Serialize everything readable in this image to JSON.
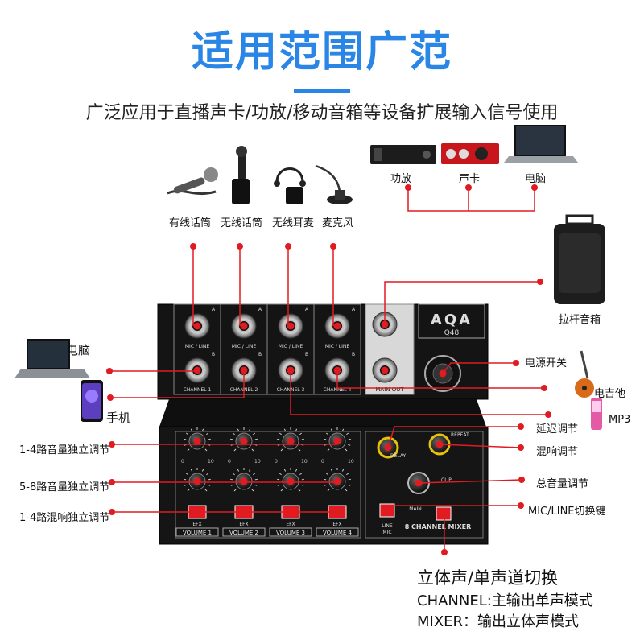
{
  "header": {
    "title": "适用范围广范",
    "subtitle": "广泛应用于直播声卡/功放/移动音箱等设备扩展输入信号使用"
  },
  "top_devices": {
    "amp": "功放",
    "soundcard": "声卡",
    "computer": "电脑"
  },
  "mic_types": {
    "wired": "有线话筒",
    "wireless": "无线话筒",
    "headset": "无线耳麦",
    "gooseneck": "麦克风"
  },
  "right_devices": {
    "trolley_speaker": "拉杆音箱",
    "power_switch": "电源开关",
    "guitar": "电吉他",
    "mp3": "MP3"
  },
  "left_devices": {
    "computer": "电脑",
    "phone": "手机"
  },
  "left_controls": {
    "vol_1_4": "1-4路音量独立调节",
    "vol_5_8": "5-8路音量独立调节",
    "efx_1_4": "1-4路混响独立调节"
  },
  "right_controls": {
    "delay": "延迟调节",
    "repeat": "混响调节",
    "master": "总音量调节",
    "mic_line_switch": "MIC/LINE切换键"
  },
  "mixer": {
    "brand": "AQA",
    "model": "Q48",
    "mic_line": "MIC / LINE",
    "channels": [
      "CHANNEL 1",
      "CHANNEL 2",
      "CHANNEL 3",
      "CHANNEL 4"
    ],
    "main_out": "MAIN OUT",
    "jack_a": "A",
    "jack_b": "B",
    "volumes": [
      "VOLUME 1",
      "VOLUME 2",
      "VOLUME 3",
      "VOLUME 4"
    ],
    "efx": "EFX",
    "delay": "DELAY",
    "repeat": "REPEAT",
    "main": "MAIN",
    "clip": "CLIP",
    "line": "LINE",
    "mic": "MIC",
    "mixer_label": "8 CHANNEL MIXER",
    "knob_min": "0",
    "knob_max": "10"
  },
  "footer": {
    "heading": "立体声/单声道切换",
    "line1": "CHANNEL:主输出单声模式",
    "line2": "MIXER：输出立体声模式"
  },
  "colors": {
    "accent": "#2a86e6",
    "callout": "#e11b22",
    "panel": "#151515"
  }
}
